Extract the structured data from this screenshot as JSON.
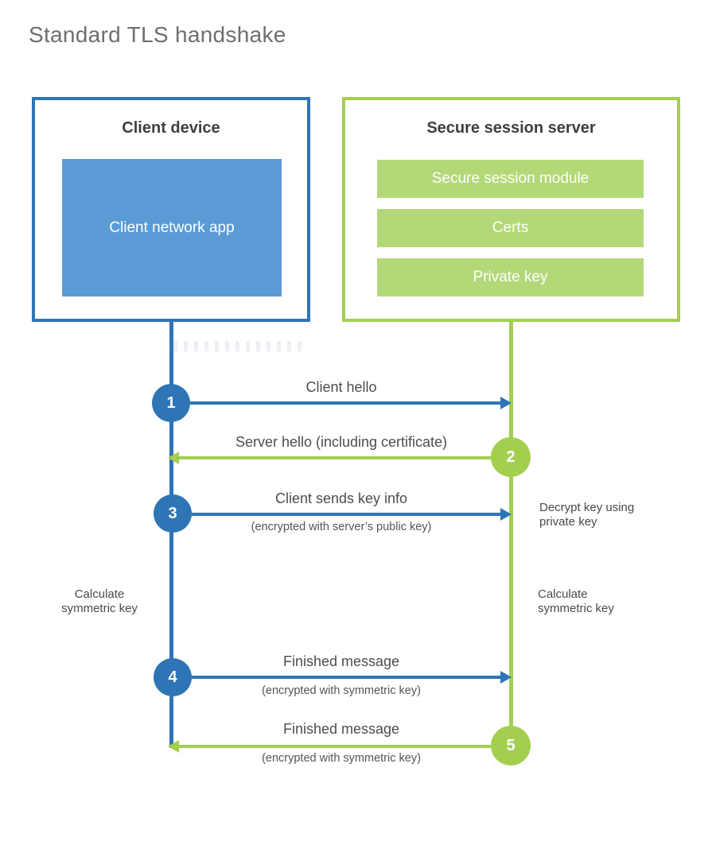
{
  "page": {
    "title": "Standard TLS handshake"
  },
  "colors": {
    "blue": "#2e75b6",
    "blue_fill": "#5b9bd5",
    "green": "#a3cf4f",
    "green_fill": "#b3d878"
  },
  "client": {
    "title": "Client device",
    "app_label": "Client network app"
  },
  "server": {
    "title": "Secure session server",
    "modules": [
      {
        "label": "Secure session module"
      },
      {
        "label": "Certs"
      },
      {
        "label": "Private key"
      }
    ]
  },
  "steps": [
    {
      "num": "1",
      "label": "Client hello",
      "sub": "",
      "direction": "client-to-server"
    },
    {
      "num": "2",
      "label": "Server hello (including certificate)",
      "sub": "",
      "direction": "server-to-client"
    },
    {
      "num": "3",
      "label": "Client sends key info",
      "sub": "(encrypted with server’s public key)",
      "direction": "client-to-server"
    },
    {
      "num": "4",
      "label": "Finished message",
      "sub": "(encrypted with symmetric key)",
      "direction": "client-to-server"
    },
    {
      "num": "5",
      "label": "Finished message",
      "sub": "(encrypted with symmetric key)",
      "direction": "server-to-client"
    }
  ],
  "notes": {
    "decrypt": {
      "line1": "Decrypt key using",
      "line2": "private key"
    },
    "calc_left": {
      "line1": "Calculate",
      "line2": "symmetric key"
    },
    "calc_right": {
      "line1": "Calculate",
      "line2": "symmetric key"
    }
  }
}
